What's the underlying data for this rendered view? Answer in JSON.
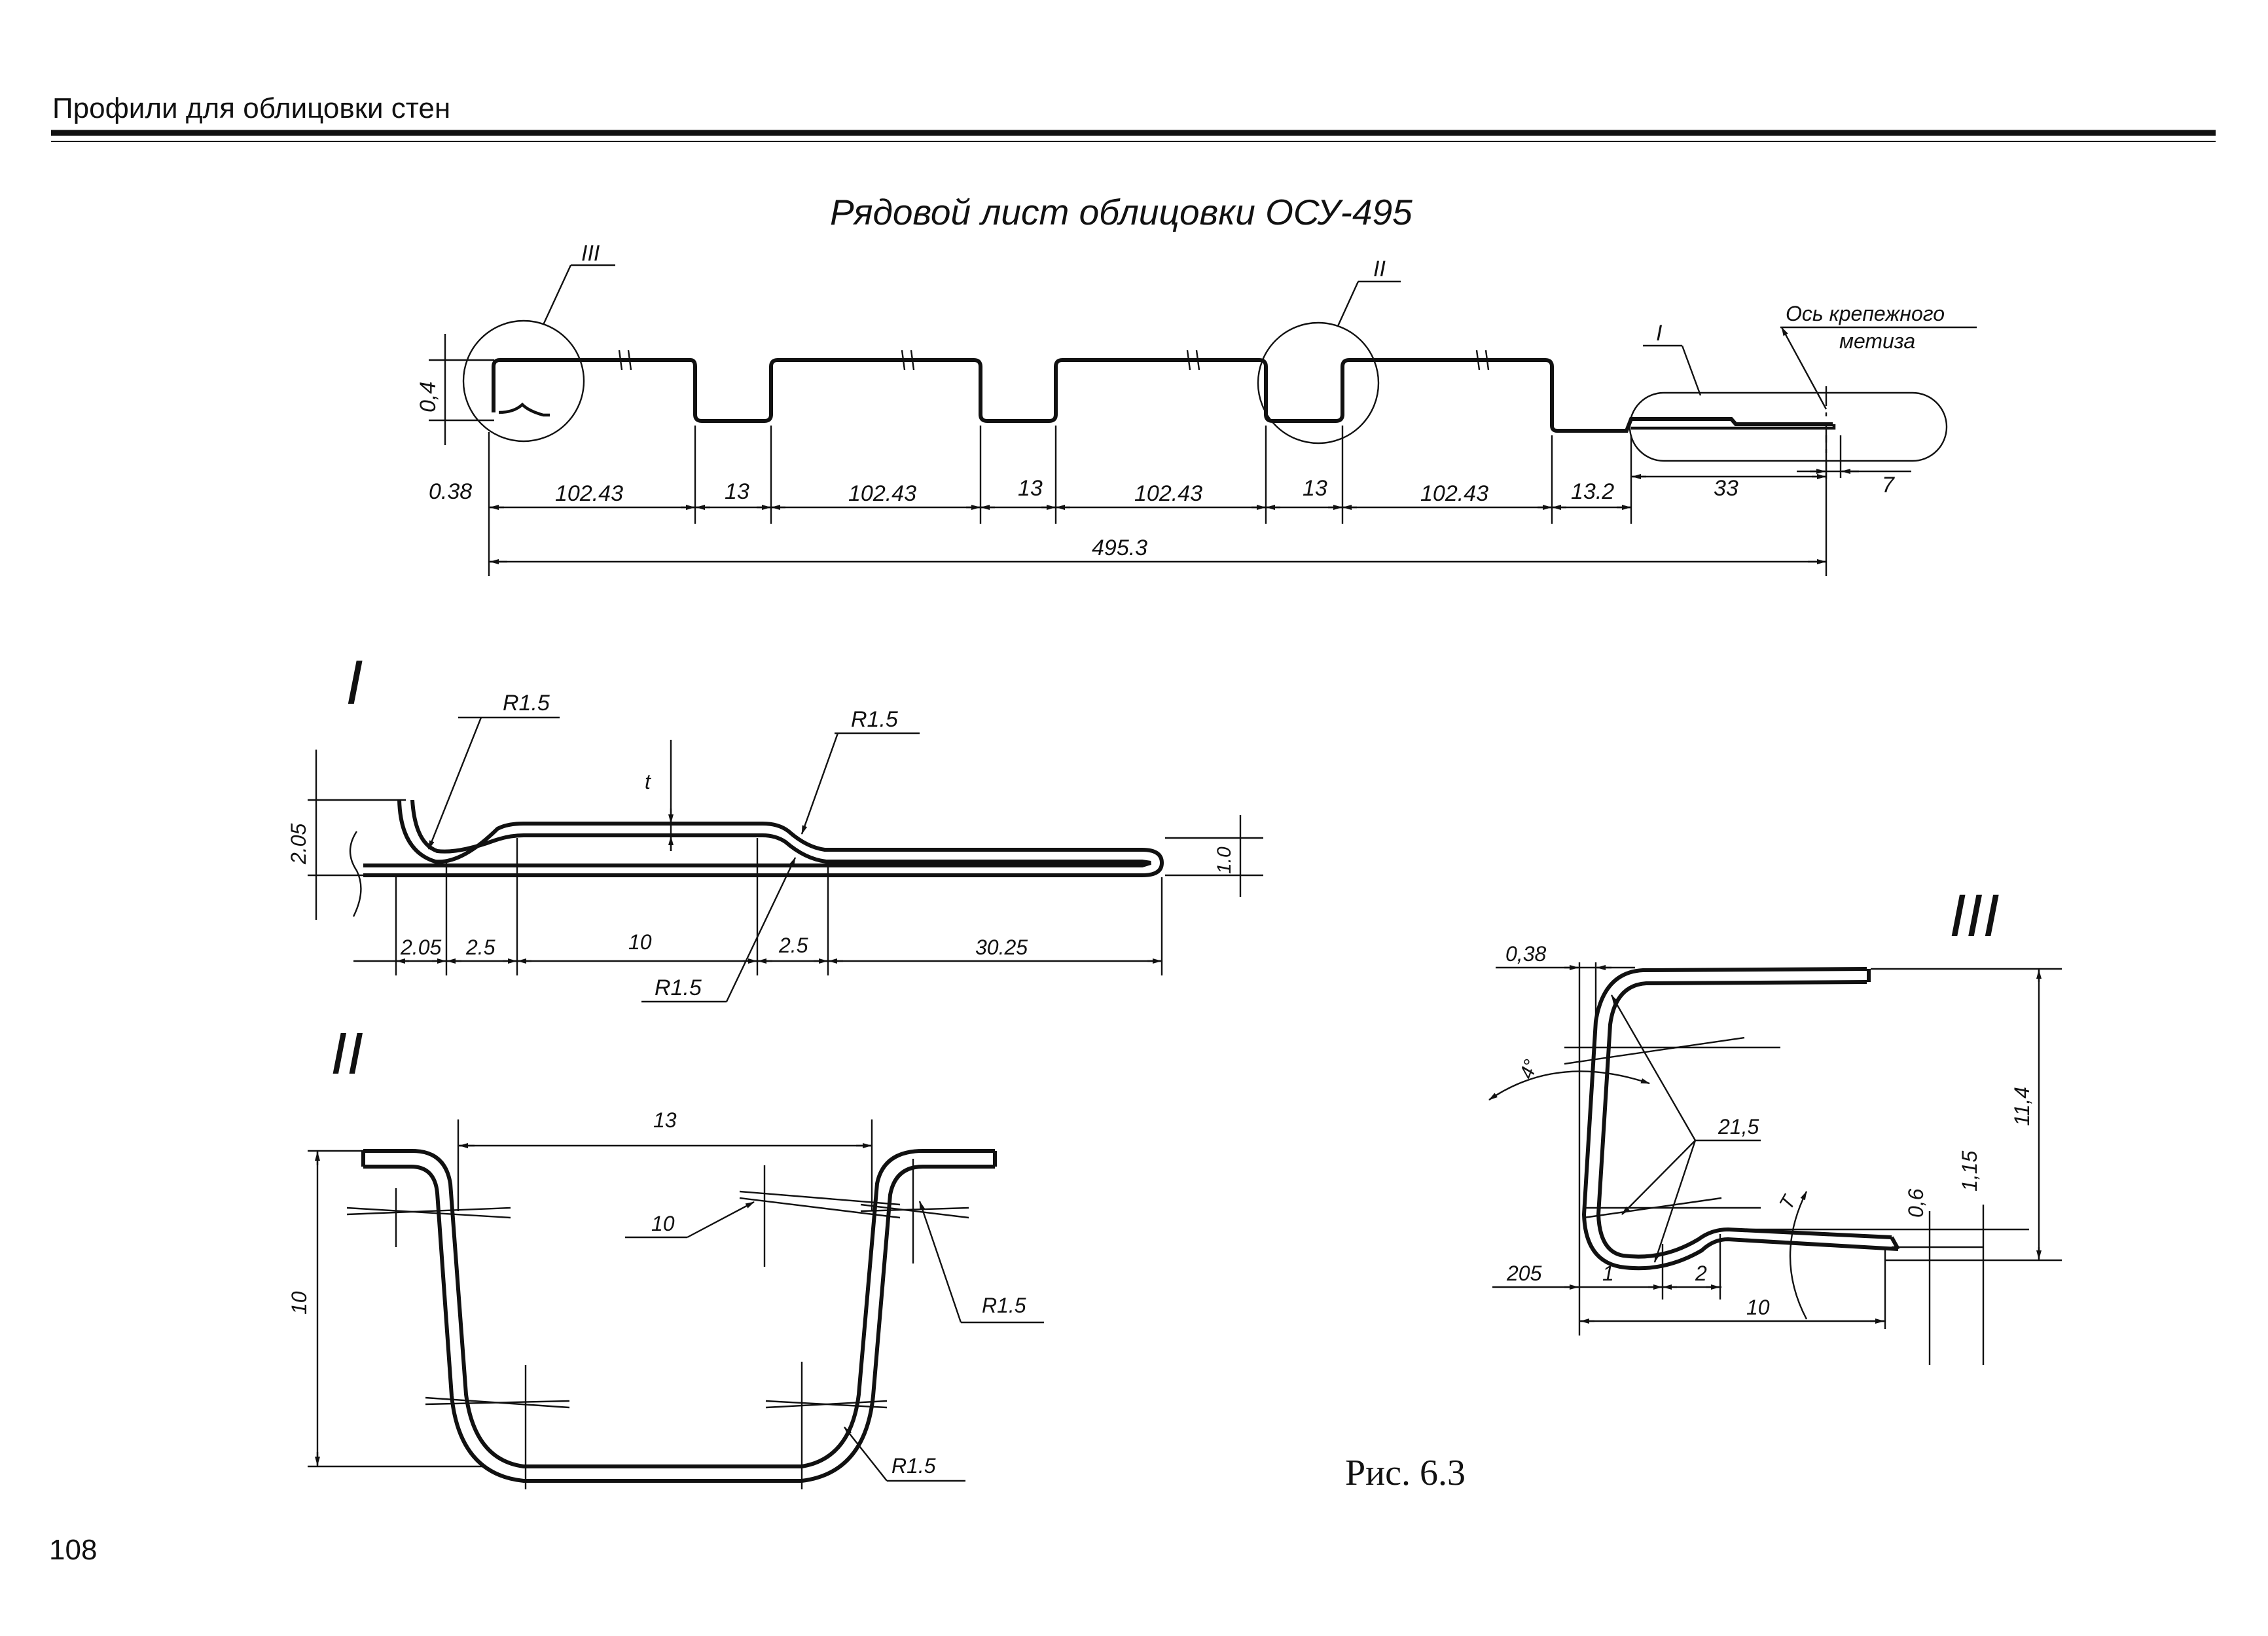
{
  "header": {
    "section_title": "Профили для облицовки стен",
    "page_number": "108"
  },
  "main_drawing": {
    "title": "Рядовой лист облицовки ОСУ-495",
    "callouts": {
      "detail_iii": "III",
      "detail_ii": "II",
      "detail_i": "I"
    },
    "fastener_axis_line1": "Ось крепежного",
    "fastener_axis_line2": "метиза",
    "height_dim": "0,4",
    "dims": [
      "0.38",
      "102.43",
      "13",
      "102.43",
      "13",
      "102.43",
      "13",
      "102.43",
      "13.2",
      "33",
      "7"
    ],
    "overall_dim": "495.3"
  },
  "detail_i": {
    "label": "I",
    "radius_1": "R1.5",
    "radius_2": "R1.5",
    "radius_3": "R1.5",
    "thickness": "t",
    "height": "2.05",
    "gap": "1.0",
    "dims": [
      "2.05",
      "2.5",
      "10",
      "2.5",
      "30.25"
    ]
  },
  "detail_ii": {
    "label": "II",
    "width": "13",
    "height": "10",
    "angle": "10",
    "radius_1": "R1.5",
    "radius_2": "R1.5"
  },
  "detail_iii": {
    "label": "III",
    "top_offset": "0,38",
    "angle": "4°",
    "radius": "21,5",
    "angle_t": "T",
    "dim_0_6": "0,6",
    "dim_1_15": "1,15",
    "dim_11_4": "11,4",
    "dim_205": "205",
    "dim_1": "1",
    "dim_2": "2",
    "dim_10": "10"
  },
  "caption": "Рис. 6.3"
}
